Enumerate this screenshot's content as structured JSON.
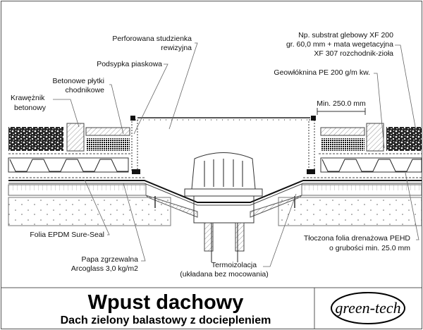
{
  "labels": {
    "grate": [
      "Perforowana studzienka",
      "rewizyjna"
    ],
    "sand": "Podsypka piaskowa",
    "slabs": [
      "Betonowe płytki",
      "chodnikowe"
    ],
    "curb": [
      "Krawężnik",
      "betonowy"
    ],
    "substrate": [
      "Np. substrat glebowy XF 200",
      "gr. 60,0 mm + mata wegetacyjna",
      "XF 307 rozchodnik-zioła"
    ],
    "geotextile": "Geowłóknina PE 200 g/m kw.",
    "dimension": "Min. 250.0 mm",
    "epdm": "Folia EPDM Sure-Seal",
    "felt": [
      "Papa zgrzewalna",
      "Arcoglass 3,0 kg/m2"
    ],
    "insulation": [
      "Termoizolacja",
      "(układana bez mocowania)"
    ],
    "drainage": [
      "Tłoczona folia drenażowa PEHD",
      "o grubości min. 25.0 mm"
    ]
  },
  "title_block": {
    "title": "Wpust dachowy",
    "subtitle": "Dach zielony balastowy z dociepleniem",
    "logo": "green-tech"
  }
}
